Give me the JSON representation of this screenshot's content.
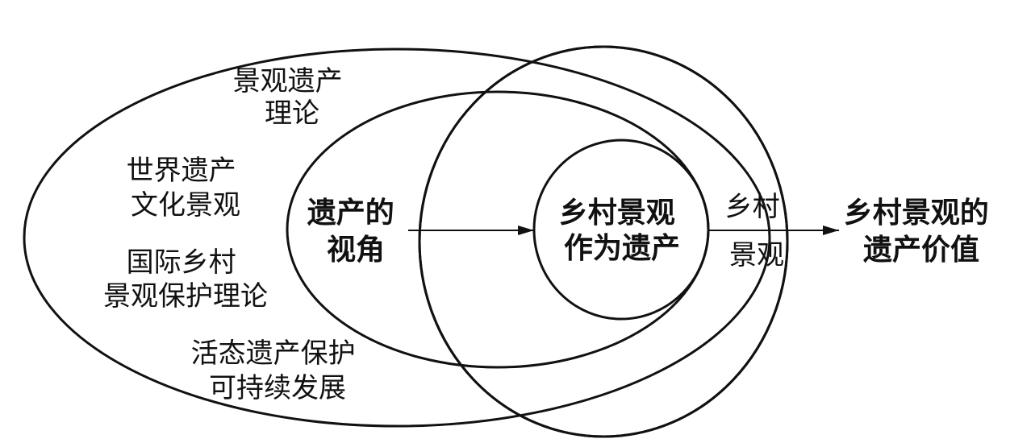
{
  "colors": {
    "stroke": "#111111",
    "highlight_fill": "#ededed",
    "background": "#ffffff"
  },
  "outer_ellipse": {
    "label_1": [
      "景观遗产",
      "理论"
    ],
    "label_2": [
      "世界遗产",
      "文化景观"
    ],
    "label_3": [
      "国际乡村",
      "景观保护理论"
    ],
    "label_4": [
      "活态遗产保护",
      "可持续发展"
    ]
  },
  "middle_ellipse": {
    "label": [
      "遗产的",
      "视角"
    ]
  },
  "inner_circle": {
    "label": [
      "乡村景观",
      "作为遗产"
    ]
  },
  "shaded_circle": {
    "label": [
      "乡村",
      "景观"
    ]
  },
  "result": {
    "label": [
      "乡村景观的",
      "遗产价值"
    ]
  }
}
